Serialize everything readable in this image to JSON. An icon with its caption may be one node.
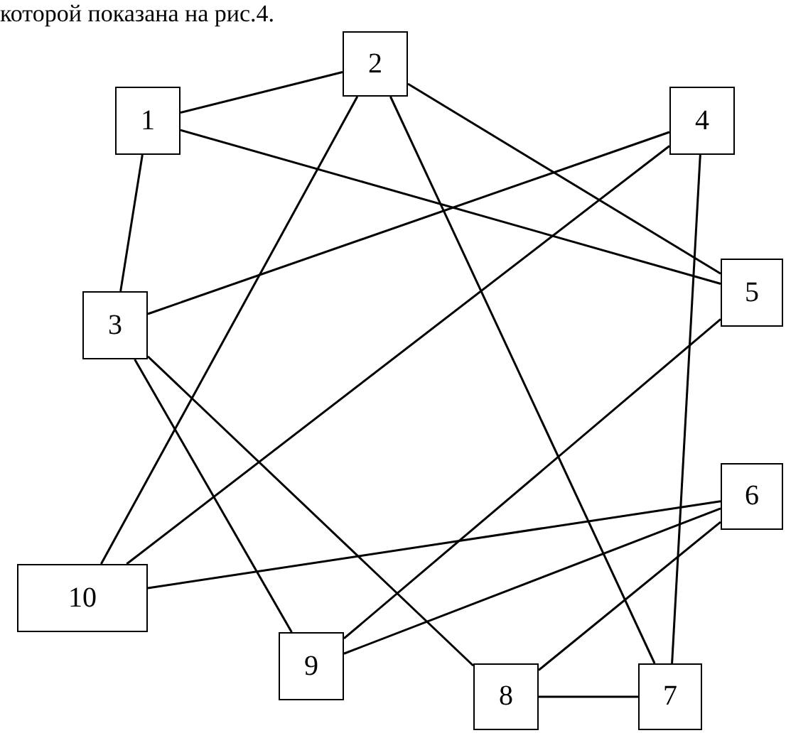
{
  "diagram": {
    "nodes": [
      {
        "text": [
          "1"
        ]
      },
      {
        "text": [
          "2"
        ]
      },
      {
        "text": [
          "3"
        ]
      },
      {
        "text": [
          "4"
        ]
      },
      {
        "text": [
          "5"
        ]
      },
      {
        "text": [
          "6"
        ]
      },
      {
        "text": [
          "7"
        ]
      },
      {
        "text": [
          "8"
        ]
      },
      {
        "text": [
          "9"
        ]
      },
      {
        "text": [
          "10"
        ]
      }
    ],
    "edges": [
      {
        "from": 0,
        "to": 1,
        "arrow": "none"
      },
      {
        "from": 0,
        "to": 2,
        "arrow": "none"
      },
      {
        "from": 0,
        "to": 4,
        "arrow": "none"
      },
      {
        "from": 1,
        "to": 9,
        "arrow": "none"
      },
      {
        "from": 1,
        "to": 6,
        "arrow": "none"
      },
      {
        "from": 1,
        "to": 4,
        "arrow": "none"
      },
      {
        "from": 3,
        "to": 2,
        "arrow": "none"
      },
      {
        "from": 3,
        "to": 9,
        "arrow": "none"
      },
      {
        "from": 3,
        "to": 6,
        "arrow": "none"
      },
      {
        "from": 4,
        "to": 8,
        "arrow": "none"
      },
      {
        "from": 2,
        "to": 8,
        "arrow": "none"
      },
      {
        "from": 2,
        "to": 7,
        "arrow": "none"
      },
      {
        "from": 5,
        "to": 9,
        "arrow": "none"
      },
      {
        "from": 5,
        "to": 8,
        "arrow": "none"
      },
      {
        "from": 5,
        "to": 7,
        "arrow": "none"
      },
      {
        "from": 7,
        "to": 6,
        "arrow": "none"
      }
    ],
    "labels": [
      "которой показана на рис.4."
    ]
  }
}
